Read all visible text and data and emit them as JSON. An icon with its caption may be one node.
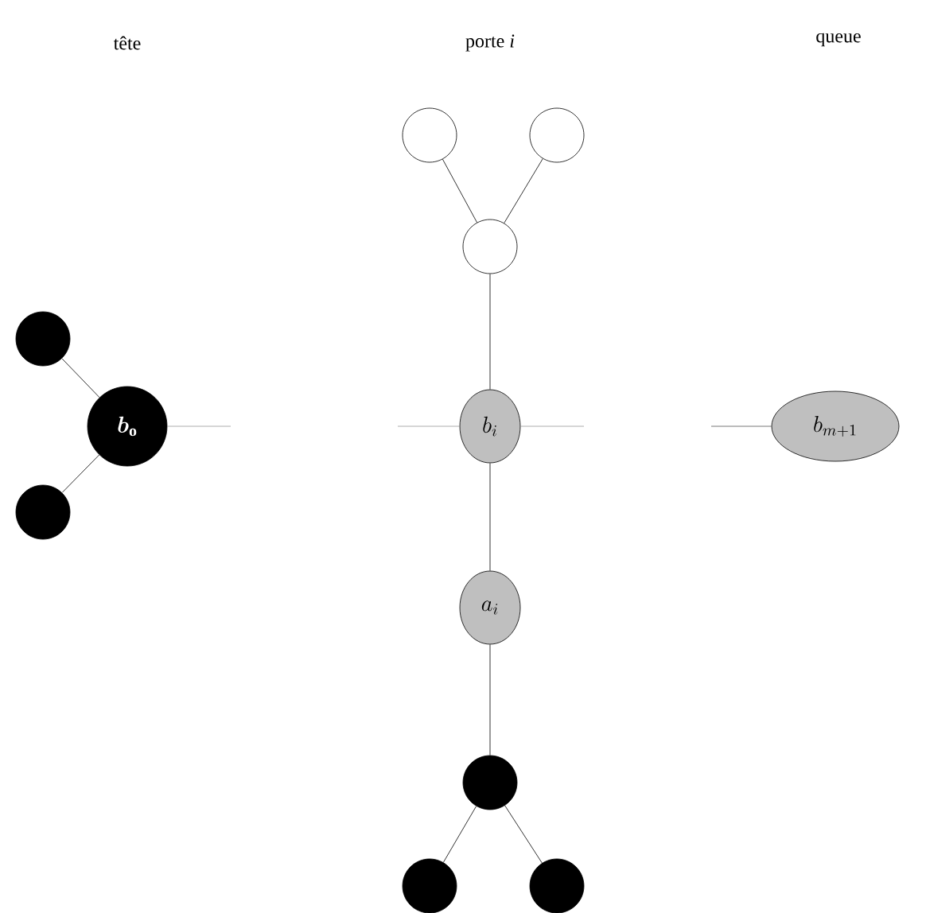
{
  "diagram": {
    "nodes": [
      {
        "text": [],
        "shape": "circle"
      },
      {
        "text": [],
        "shape": "circle"
      },
      {
        "text": [],
        "shape": "circle"
      },
      {
        "text": [],
        "shape": "dot"
      },
      {
        "text": [
          "\\boldsymbol{b}_{\\mathbf{o}}"
        ]
      },
      {
        "text": [
          "b_i"
        ]
      },
      {
        "text": [
          "b_{m+1}"
        ]
      },
      {
        "text": [],
        "shape": "dot"
      },
      {
        "text": [
          "a_i"
        ]
      },
      {
        "text": [],
        "shape": "dot"
      },
      {
        "text": [],
        "shape": "dot"
      },
      {
        "text": [],
        "shape": "dot"
      }
    ],
    "edges": [
      {
        "from": 0,
        "to": 2,
        "arrow": "none"
      },
      {
        "from": 1,
        "to": 2,
        "arrow": "none"
      },
      {
        "from": 2,
        "to": 5,
        "arrow": "none"
      },
      {
        "from": 3,
        "to": 4,
        "arrow": "none"
      },
      {
        "from": 7,
        "to": 4,
        "arrow": "none"
      },
      {
        "from": 4,
        "to": null,
        "arrow": "none",
        "color": "#999999"
      },
      {
        "from": null,
        "to": 5,
        "arrow": "none",
        "color": "#999999"
      },
      {
        "from": 5,
        "to": null,
        "arrow": "none",
        "color": "#999999"
      },
      {
        "from": null,
        "to": 6,
        "arrow": "none",
        "color": "#555555"
      },
      {
        "from": 5,
        "to": 8,
        "arrow": "none"
      },
      {
        "from": 8,
        "to": 9,
        "arrow": "none"
      },
      {
        "from": 9,
        "to": 10,
        "arrow": "none"
      },
      {
        "from": 9,
        "to": 11,
        "arrow": "none"
      }
    ],
    "labels": [
      "tête",
      "porte *i*",
      "queue"
    ]
  }
}
